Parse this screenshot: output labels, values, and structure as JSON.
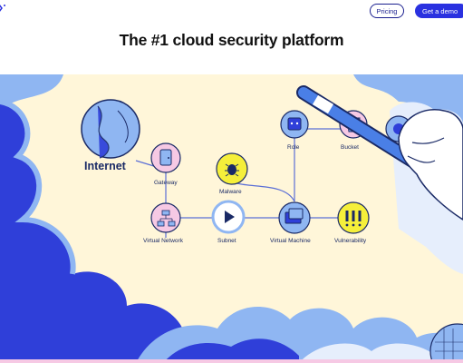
{
  "header": {
    "pricing_label": "Pricing",
    "demo_label": "Get a demo"
  },
  "headline": "The #1 cloud security platform",
  "diagram": {
    "internet_label": "Internet",
    "nodes": {
      "gateway": "Gateway",
      "virtual_network": "Virtual Network",
      "subnet": "Subnet",
      "malware": "Malware",
      "virtual_machine": "Virtual Machine",
      "vulnerability": "Vulnerability",
      "role": "Role",
      "bucket": "Bucket"
    }
  },
  "colors": {
    "brand_blue": "#2a31e0",
    "hero_blue": "#2f3fd9",
    "cream": "#fff6d9",
    "pink": "#f6c9e4",
    "light_blue": "#8fb6f2",
    "yellow": "#f5ef3a"
  },
  "icons": [
    "logo-icon",
    "door-icon",
    "network-icon",
    "play-icon",
    "bug-icon",
    "server-icon",
    "alert-icon",
    "robot-icon"
  ]
}
